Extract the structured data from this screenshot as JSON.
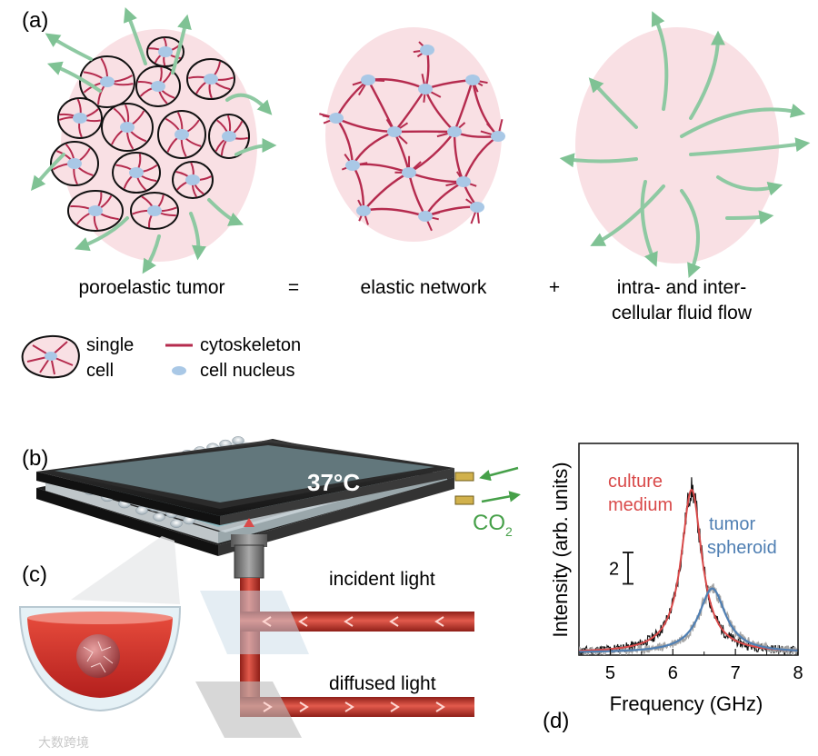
{
  "panel_labels": {
    "a": "(a)",
    "b": "(b)",
    "c": "(c)",
    "d": "(d)"
  },
  "panel_a": {
    "label_poroelastic": "poroelastic tumor",
    "equals": "=",
    "label_elastic": "elastic network",
    "plus": "+",
    "label_flow_line1": "intra- and inter-",
    "label_flow_line2": "cellular fluid flow",
    "legend": {
      "single_cell_line1": "single",
      "single_cell_line2": "cell",
      "cytoskeleton": "cytoskeleton",
      "cell_nucleus": "cell nucleus"
    }
  },
  "panel_b": {
    "temperature": "37°C",
    "co2": "CO",
    "co2_sub": "2",
    "incident_light": "incident light",
    "diffused_light": "diffused light"
  },
  "chart_data": {
    "type": "line",
    "xlabel": "Frequency (GHz)",
    "ylabel": "Intensity (arb. units)",
    "xlim": [
      4.5,
      8
    ],
    "x_ticks": [
      "5",
      "6",
      "7",
      "8"
    ],
    "y_ticks": [],
    "scale_bar_label": "2",
    "scale_bar_value": 2,
    "ylim": [
      0,
      13.5
    ],
    "series": [
      {
        "name": "culture medium",
        "label_line1": "culture",
        "label_line2": "medium",
        "color": "#d94a4a",
        "fit": {
          "model": "lorentzian",
          "center": 6.3,
          "hwhm": 0.2,
          "amplitude": 10.4,
          "baseline": 0.15
        }
      },
      {
        "name": "tumor spheroid",
        "label_line1": "tumor",
        "label_line2": "spheroid",
        "color": "#4f7fb3",
        "fit": {
          "model": "lorentzian",
          "center": 6.63,
          "hwhm": 0.26,
          "amplitude": 4.1,
          "baseline": 0.15
        }
      }
    ]
  },
  "colors": {
    "tissue": "#f9e0e4",
    "cytoskeleton": "#b52b4e",
    "nucleus": "#a9c8e6",
    "flow": "#8ec9a2",
    "beam": "#c93a2f",
    "culture": "#d94a4a",
    "tumor": "#4f7fb3",
    "co2": "#46a049"
  },
  "watermark": "大数跨境"
}
